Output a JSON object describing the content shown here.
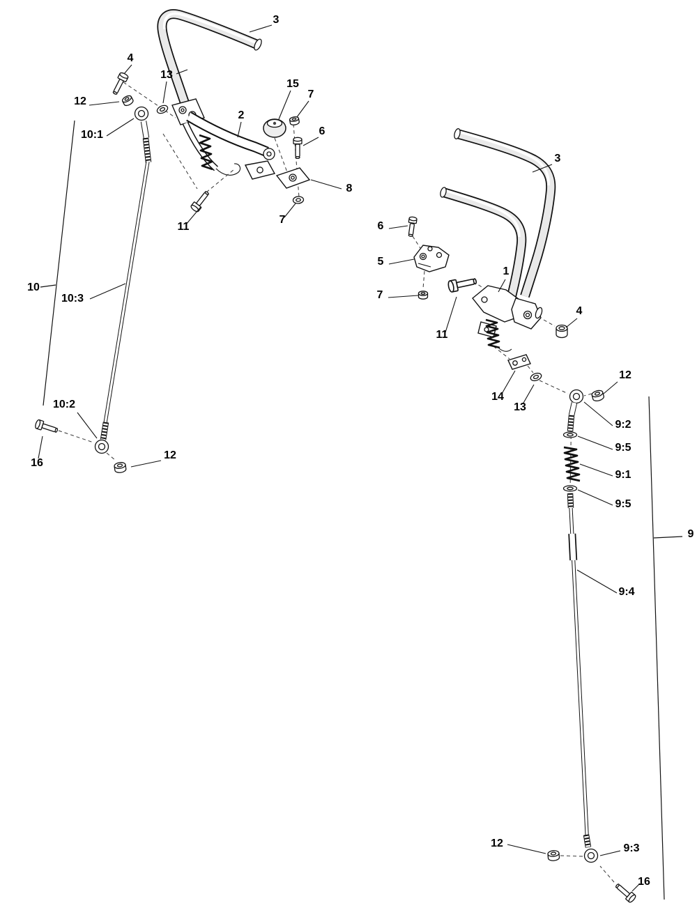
{
  "page": {
    "type": "exploded-parts-diagram",
    "description_visible": "",
    "background": "#ffffff"
  },
  "style": {
    "line_color": "#111111",
    "dash_color": "#333333",
    "tube_fill": "#e9e9e9",
    "part_fill": "#ffffff",
    "label_color": "#000000"
  },
  "callouts": {
    "left": [
      "3",
      "4",
      "13",
      "12",
      "10:1",
      "2",
      "15",
      "7",
      "6",
      "8",
      "11",
      "7",
      "10",
      "10:3",
      "10:2",
      "16",
      "12"
    ],
    "right": [
      "3",
      "6",
      "5",
      "7",
      "11",
      "1",
      "4",
      "14",
      "13",
      "12",
      "9:2",
      "9:5",
      "9:1",
      "9:5",
      "9",
      "9:4",
      "12",
      "9:3",
      "16"
    ]
  }
}
